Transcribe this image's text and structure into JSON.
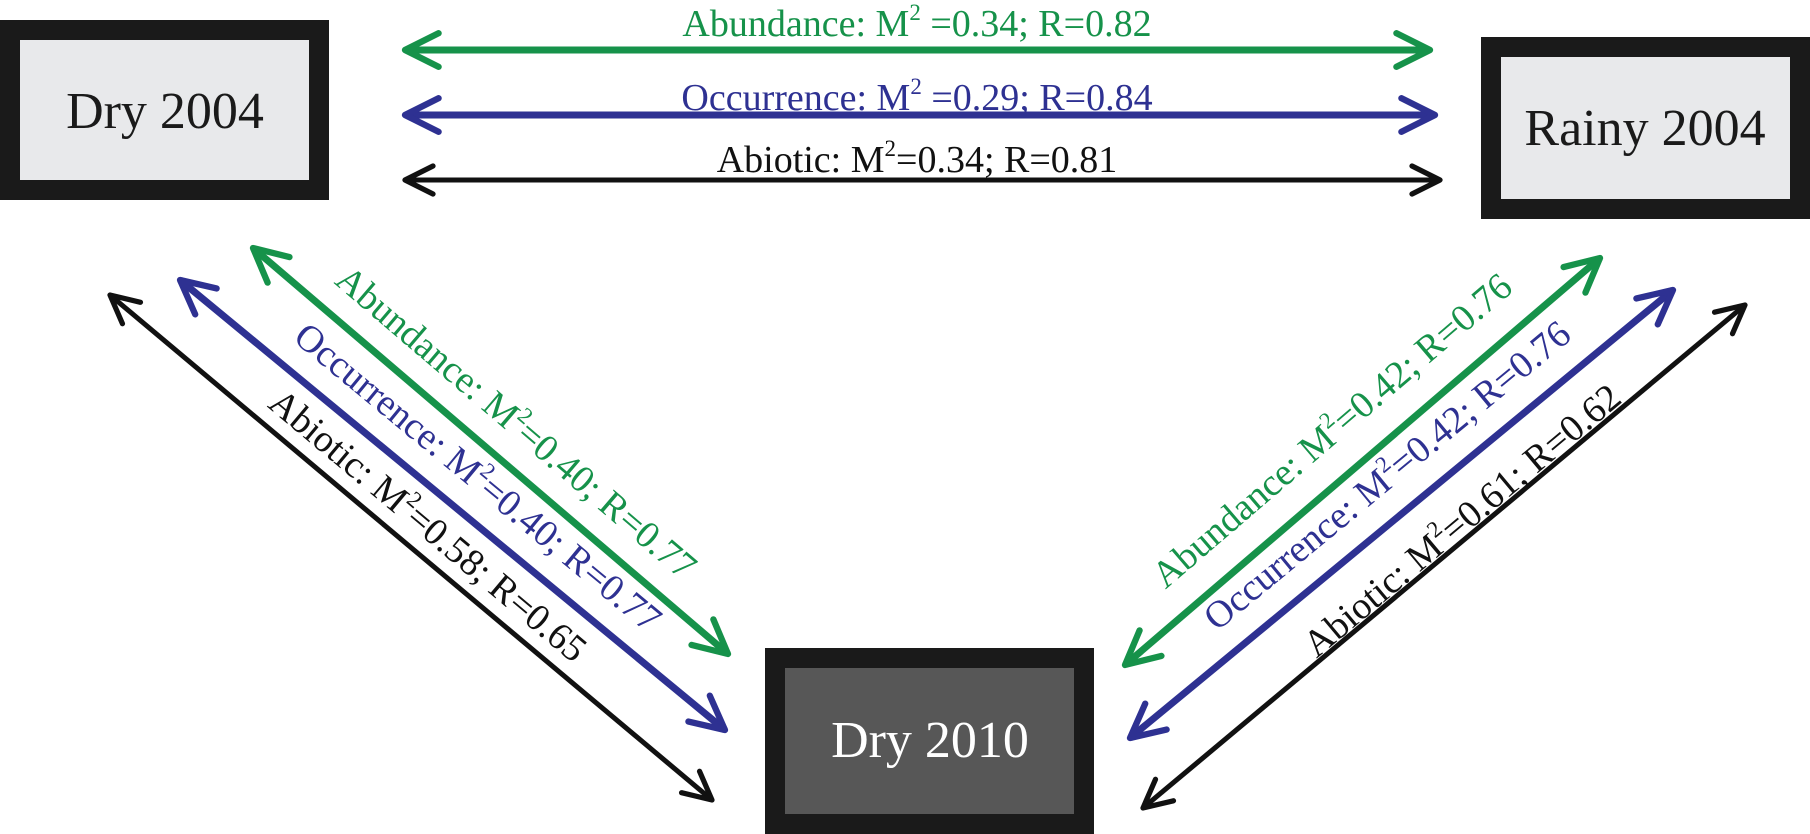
{
  "colors": {
    "abundance": "#16924a",
    "occurrence": "#2e3192",
    "abiotic": "#111111",
    "frame": "#1a1a1a",
    "light_fill": "#e8e9eb",
    "dark_fill": "#575757"
  },
  "nodes": {
    "dry2004": "Dry 2004",
    "rainy2004": "Rainy 2004",
    "dry2010": "Dry 2010"
  },
  "edges": {
    "top": {
      "abundance": {
        "name": "Abundance:",
        "m": "M",
        "sup": "2",
        "values": " =0.34; R=0.82"
      },
      "occurrence": {
        "name": "Occurrence:",
        "m": "M",
        "sup": "2",
        "values": " =0.29; R=0.84"
      },
      "abiotic": {
        "name": "Abiotic:",
        "m": "M",
        "sup": "2",
        "values": "=0.34; R=0.81"
      }
    },
    "left": {
      "abundance": {
        "name": "Abundance:",
        "m": "M",
        "sup": "2",
        "values": "=0.40; R=0.77"
      },
      "occurrence": {
        "name": "Occurrence:",
        "m": "M",
        "sup": "2",
        "values": "=0.40; R=0.77"
      },
      "abiotic": {
        "name": "Abiotic:",
        "m": "M",
        "sup": "2",
        "values": "=0.58; R=0.65"
      }
    },
    "right": {
      "abundance": {
        "name": "Abundance:",
        "m": "M",
        "sup": "2",
        "values": "=0.42; R=0.76"
      },
      "occurrence": {
        "name": "Occurrence:",
        "m": "M",
        "sup": "2",
        "values": "=0.42; R=0.76"
      },
      "abiotic": {
        "name": "Abiotic:",
        "m": "M",
        "sup": "2",
        "values": "=0.61; R=0.62"
      }
    }
  }
}
